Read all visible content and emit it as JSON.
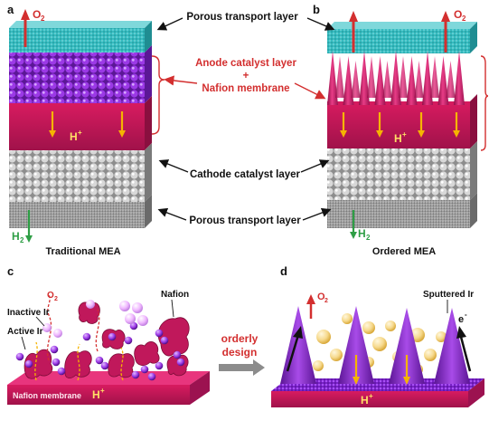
{
  "panels": {
    "a": {
      "letter": "a",
      "caption": "Traditional MEA"
    },
    "b": {
      "letter": "b",
      "caption": "Ordered MEA"
    },
    "c": {
      "letter": "c"
    },
    "d": {
      "letter": "d"
    }
  },
  "center_labels": {
    "ptl_top": "Porous transport layer",
    "anode_line1": "Anode catalyst layer",
    "anode_plus": "+",
    "anode_line2": "Nafion membrane",
    "cathode": "Cathode catalyst layer",
    "ptl_bottom": "Porous transport layer"
  },
  "species": {
    "o2_main": "O",
    "o2_sub": "2",
    "h2_main": "H",
    "h2_sub": "2",
    "hplus_main": "H",
    "hplus_sup": "+",
    "eminus_main": "e",
    "eminus_sup": "-"
  },
  "panel_c": {
    "nafion": "Nafion",
    "inactive_ir": "Inactive Ir",
    "active_ir": "Active Ir",
    "membrane": "Nafion membrane"
  },
  "panel_d": {
    "sputtered_ir": "Sputtered Ir"
  },
  "transition": {
    "line1": "orderly",
    "line2": "design"
  },
  "colors": {
    "ptl_teal": "#2bb3b8",
    "catalyst_purple": "#8a2be2",
    "membrane_magenta": "#c2185b",
    "cathode_gray": "#bdbdbd",
    "arrow_red": "#d32f2f",
    "proton_arrow": "#f5b400",
    "h2_green": "#2e9e45"
  }
}
